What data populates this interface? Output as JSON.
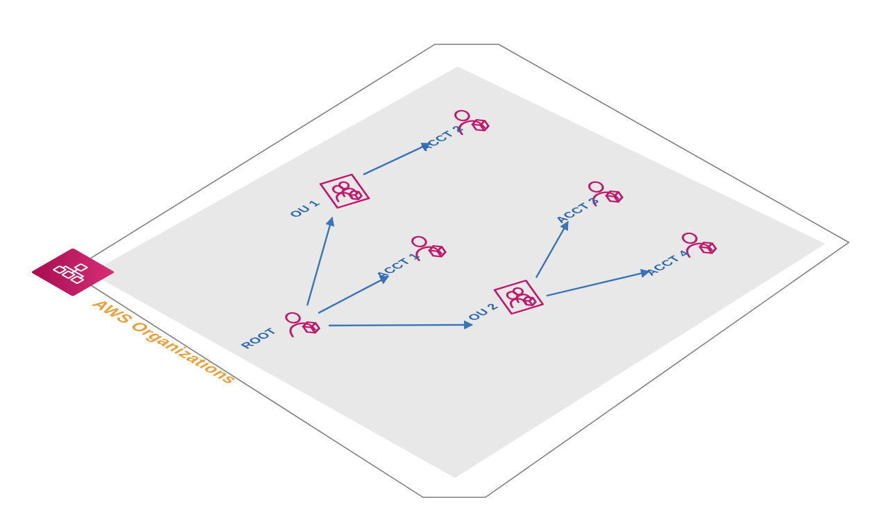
{
  "diagram": {
    "title": "AWS Organizations",
    "nodes": [
      {
        "id": "root",
        "label": "ROOT",
        "type": "account"
      },
      {
        "id": "ou1",
        "label": "OU 1",
        "type": "organizational-unit"
      },
      {
        "id": "ou2",
        "label": "OU 2",
        "type": "organizational-unit"
      },
      {
        "id": "acct1",
        "label": "ACCT 1",
        "type": "account"
      },
      {
        "id": "acct2",
        "label": "ACCT 2",
        "type": "account"
      },
      {
        "id": "acct3",
        "label": "ACCT 3",
        "type": "account"
      },
      {
        "id": "acct4",
        "label": "ACCT 4",
        "type": "account"
      }
    ],
    "edges": [
      {
        "from": "ROOT",
        "to": "OU 1"
      },
      {
        "from": "ROOT",
        "to": "ACCT 1"
      },
      {
        "from": "ROOT",
        "to": "OU 2"
      },
      {
        "from": "OU 1",
        "to": "ACCT 2"
      },
      {
        "from": "OU 2",
        "to": "ACCT 3"
      },
      {
        "from": "OU 2",
        "to": "ACCT 4"
      }
    ],
    "colors": {
      "icon_pink": "#c2186b",
      "arrow_blue": "#3a74b8",
      "label_blue": "#2e66ae",
      "title_orange": "#e8a13c",
      "plane_fill": "#e8e8e8",
      "plane_outline": "#7f7f7f"
    }
  }
}
